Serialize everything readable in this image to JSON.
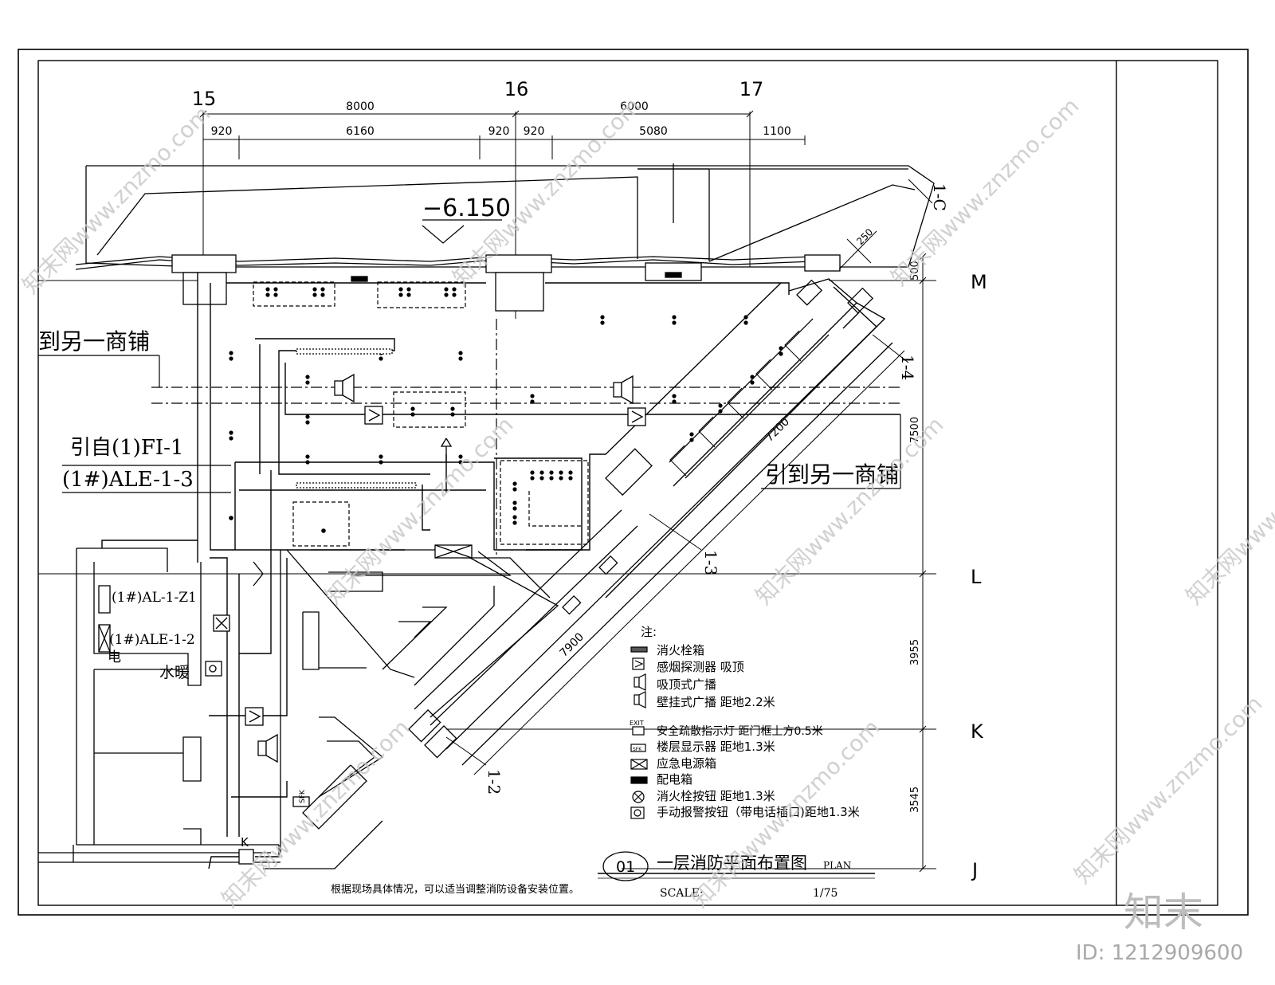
{
  "drawing": {
    "title": "一层消防平面布置图",
    "plan_label": "PLAN",
    "number": "01",
    "scale_label": "SCALE:",
    "scale_value": "1/75",
    "note_bottom": "根据现场具体情况，可以适当调整消防设备安装位置。"
  },
  "axes": {
    "columns": [
      "15",
      "16",
      "17"
    ],
    "rows": [
      "M",
      "L",
      "K",
      "J"
    ],
    "section_tags": [
      "1-C",
      "1-4",
      "1-3",
      "1-2"
    ]
  },
  "dimensions": {
    "top_major": [
      "8000",
      "6000"
    ],
    "top_minor": [
      "920",
      "6160",
      "920",
      "920",
      "5080",
      "1100"
    ],
    "right": [
      "500",
      "7500",
      "3955",
      "3545"
    ],
    "diagonal": [
      "7200",
      "7900",
      "250"
    ]
  },
  "level": "−6.150",
  "annotations": {
    "to_other_shop_left": "到另一商铺",
    "to_other_shop_right": "引到另一商铺",
    "from_source_1": "引自(1)FI-1",
    "from_source_2": "(1#)ALE-1-3",
    "panel_1": "(1#)AL-1-Z1",
    "panel_2": "(1#)ALE-1-2",
    "panel_3": "电",
    "water_heating": "水暖",
    "k_label": "K",
    "sfk_label": "SFK"
  },
  "legend": {
    "title": "注:",
    "items": [
      {
        "symbol": "hydrant-box",
        "text": "消火栓箱"
      },
      {
        "symbol": "smoke-detector",
        "text": "感烟探测器    吸顶"
      },
      {
        "symbol": "ceiling-speaker",
        "text": "吸顶式广播"
      },
      {
        "symbol": "wall-speaker",
        "text": "壁挂式广播    距地2.2米"
      },
      {
        "symbol": "exit-sign",
        "text": "安全疏散指示灯  距门框上方0.5米"
      },
      {
        "symbol": "floor-display",
        "text": "楼层显示器        距地1.3米"
      },
      {
        "symbol": "emergency-power-box",
        "text": "应急电源箱"
      },
      {
        "symbol": "distribution-box",
        "text": "配电箱"
      },
      {
        "symbol": "hydrant-button",
        "text": "消火栓按钮   距地1.3米"
      },
      {
        "symbol": "manual-alarm",
        "text": "手动报警按钮（带电话插口)距地1.3米"
      }
    ],
    "exit_mark": "EXIT",
    "sfk_mark": "SFK"
  },
  "branding": {
    "logo": "知末",
    "id_text": "ID: 1212909600",
    "watermark": "知末网www.znzmo.com"
  }
}
